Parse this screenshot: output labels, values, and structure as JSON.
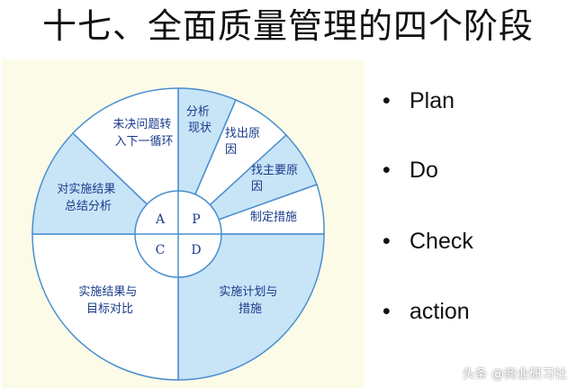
{
  "title": "十七、全面质量管理的四个阶段",
  "diagram": {
    "segments": {
      "analyze": [
        "分析",
        "现状"
      ],
      "find_cause": [
        "找出原",
        "因"
      ],
      "find_main_cause": [
        "找主要原",
        "因"
      ],
      "make_measures": [
        "制定措施"
      ],
      "implement": [
        "实施计划与",
        "措施"
      ],
      "compare": [
        "实施结果与",
        "目标对比"
      ],
      "summarize": [
        "对实施结果",
        "总结分析"
      ],
      "unsolved": [
        "未决问题转",
        "入下一循环"
      ]
    },
    "quadrants": {
      "A": "A",
      "P": "P",
      "C": "C",
      "D": "D"
    },
    "colors": {
      "fill_light": "#c8e4f7",
      "fill_white": "#ffffff",
      "stroke": "#4a8fcf",
      "text": "#1a3a8a",
      "panel_bg": "#fbfbe8"
    }
  },
  "bullets": [
    {
      "marker": "•",
      "text": "Plan"
    },
    {
      "marker": "•",
      "text": "Do"
    },
    {
      "marker": "•",
      "text": "Check"
    },
    {
      "marker": "•",
      "text": "action"
    }
  ],
  "watermark": "头条 @商业研习社"
}
